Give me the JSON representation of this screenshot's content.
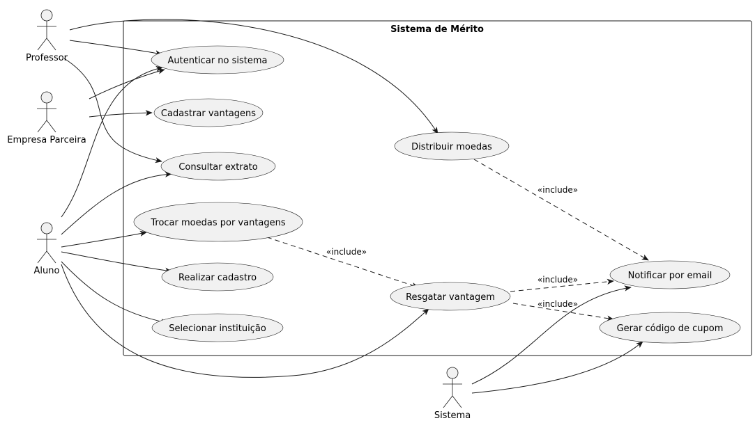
{
  "system": {
    "title": "Sistema de Mérito"
  },
  "actors": [
    {
      "id": "professor",
      "label": "Professor"
    },
    {
      "id": "empresa",
      "label": "Empresa Parceira"
    },
    {
      "id": "aluno",
      "label": "Aluno"
    },
    {
      "id": "sistema",
      "label": "Sistema"
    }
  ],
  "usecases": [
    {
      "id": "autenticar",
      "label": "Autenticar no sistema"
    },
    {
      "id": "cadastrar",
      "label": "Cadastrar vantagens"
    },
    {
      "id": "consultar",
      "label": "Consultar extrato"
    },
    {
      "id": "trocar",
      "label": "Trocar moedas por vantagens"
    },
    {
      "id": "realizar",
      "label": "Realizar cadastro"
    },
    {
      "id": "selecionar",
      "label": "Selecionar instituição"
    },
    {
      "id": "distribuir",
      "label": "Distribuir moedas"
    },
    {
      "id": "resgatar",
      "label": "Resgatar vantagem"
    },
    {
      "id": "notificar",
      "label": "Notificar por email"
    },
    {
      "id": "gerar",
      "label": "Gerar código de cupom"
    }
  ],
  "associations": [
    {
      "from": "professor",
      "to": "autenticar"
    },
    {
      "from": "professor",
      "to": "distribuir"
    },
    {
      "from": "professor",
      "to": "consultar"
    },
    {
      "from": "empresa",
      "to": "autenticar"
    },
    {
      "from": "empresa",
      "to": "cadastrar"
    },
    {
      "from": "aluno",
      "to": "autenticar"
    },
    {
      "from": "aluno",
      "to": "consultar"
    },
    {
      "from": "aluno",
      "to": "trocar"
    },
    {
      "from": "aluno",
      "to": "realizar"
    },
    {
      "from": "aluno",
      "to": "selecionar"
    },
    {
      "from": "aluno",
      "to": "resgatar"
    },
    {
      "from": "sistema",
      "to": "notificar"
    },
    {
      "from": "sistema",
      "to": "gerar"
    }
  ],
  "includes": [
    {
      "from": "distribuir",
      "to": "notificar",
      "label": "«include»"
    },
    {
      "from": "trocar",
      "to": "resgatar",
      "label": "«include»"
    },
    {
      "from": "resgatar",
      "to": "notificar",
      "label": "«include»"
    },
    {
      "from": "resgatar",
      "to": "gerar",
      "label": "«include»"
    }
  ]
}
